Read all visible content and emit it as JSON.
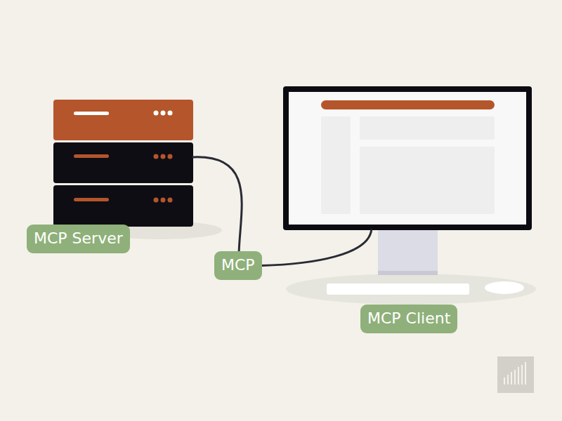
{
  "diagram": {
    "nodes": [
      {
        "text": [
          "MCP Server"
        ]
      },
      {
        "text": [
          "MCP"
        ]
      },
      {
        "text": [
          "MCP Client"
        ]
      }
    ],
    "edges": [
      {
        "from": 0,
        "to": 1,
        "arrow": "none"
      },
      {
        "from": 1,
        "to": 2,
        "arrow": "none"
      }
    ]
  }
}
